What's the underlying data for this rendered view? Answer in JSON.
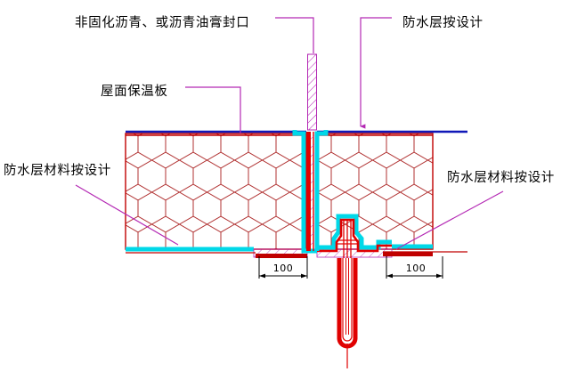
{
  "drawing": {
    "title": "Roof expansion joint waterproofing construction detail",
    "background_color": "#ffffff",
    "colors": {
      "leader": "#b429b4",
      "insulation_outline": "#c00000",
      "honeycomb": "#b03030",
      "waterproof_membrane": "#00d8e8",
      "top_line_blue": "#1018b8",
      "sealant_hatch": "#b429b4",
      "steel_red": "#e00000",
      "dimension": "#000000"
    },
    "labels": {
      "top_left": "非固化沥青、或沥青油膏封口",
      "top_right": "防水层按设计",
      "mid_left": "屋面保温板",
      "bottom_left": "防水层材料按设计",
      "bottom_right": "防水层材料按设计"
    },
    "dimensions": {
      "left_value": "100",
      "right_value": "100"
    },
    "components": {
      "sealant_strip": "non-curing-asphalt-sealant",
      "roof_insulation_board": "roof-insulation-board",
      "waterproof_layer": "waterproof-membrane-layer",
      "joint_filler": "expansion-joint-filler",
      "anchor_rod": "embedded-anchor-rod"
    }
  }
}
